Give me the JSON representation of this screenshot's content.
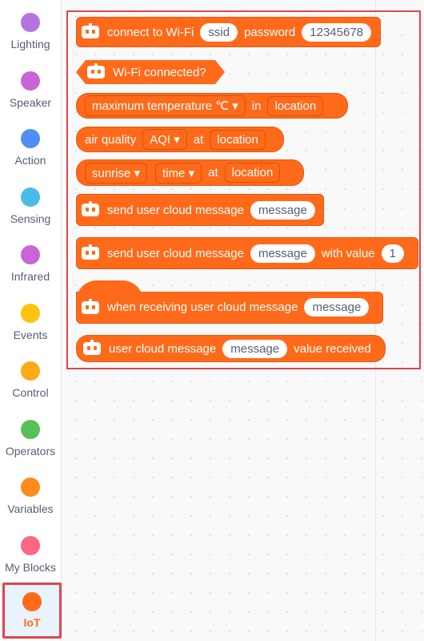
{
  "sidebar": {
    "categories": [
      {
        "label": "Lighting",
        "color": "#b573e0"
      },
      {
        "label": "Speaker",
        "color": "#c965d6"
      },
      {
        "label": "Action",
        "color": "#4c8ff5"
      },
      {
        "label": "Sensing",
        "color": "#46bce8"
      },
      {
        "label": "Infrared",
        "color": "#c965d6"
      },
      {
        "label": "Events",
        "color": "#ffc20e"
      },
      {
        "label": "Control",
        "color": "#ffab19"
      },
      {
        "label": "Operators",
        "color": "#59c059"
      },
      {
        "label": "Variables",
        "color": "#ff8c1a"
      },
      {
        "label": "My Blocks",
        "color": "#ff6680"
      },
      {
        "label": "IoT",
        "color": "#ff6a1a"
      }
    ],
    "selected": "IoT"
  },
  "blocks": {
    "wifi": {
      "text1": "connect to Wi-Fi",
      "ssid": "ssid",
      "text2": "password",
      "password": "12345678"
    },
    "wifi_connected": {
      "text": "Wi-Fi connected?"
    },
    "max_temp": {
      "dropdown": "maximum temperature ℃ ▾",
      "text": "in",
      "location": "location"
    },
    "air_quality": {
      "text1": "air quality",
      "dropdown": "AQI ▾",
      "text2": "at",
      "location": "location"
    },
    "sunrise": {
      "dropdown1": "sunrise ▾",
      "dropdown2": "time ▾",
      "text": "at",
      "location": "location"
    },
    "send_msg": {
      "text": "send user cloud message",
      "message": "message"
    },
    "send_msg_value": {
      "text1": "send user cloud message",
      "message": "message",
      "text2": "with value",
      "value": "1"
    },
    "when_receive": {
      "text": "when receiving user cloud message",
      "message": "message"
    },
    "msg_value": {
      "text1": "user cloud message",
      "message": "message",
      "text2": "value received"
    }
  },
  "colors": {
    "iot_block": "#ff6a1a",
    "highlight": "#e0454f"
  }
}
